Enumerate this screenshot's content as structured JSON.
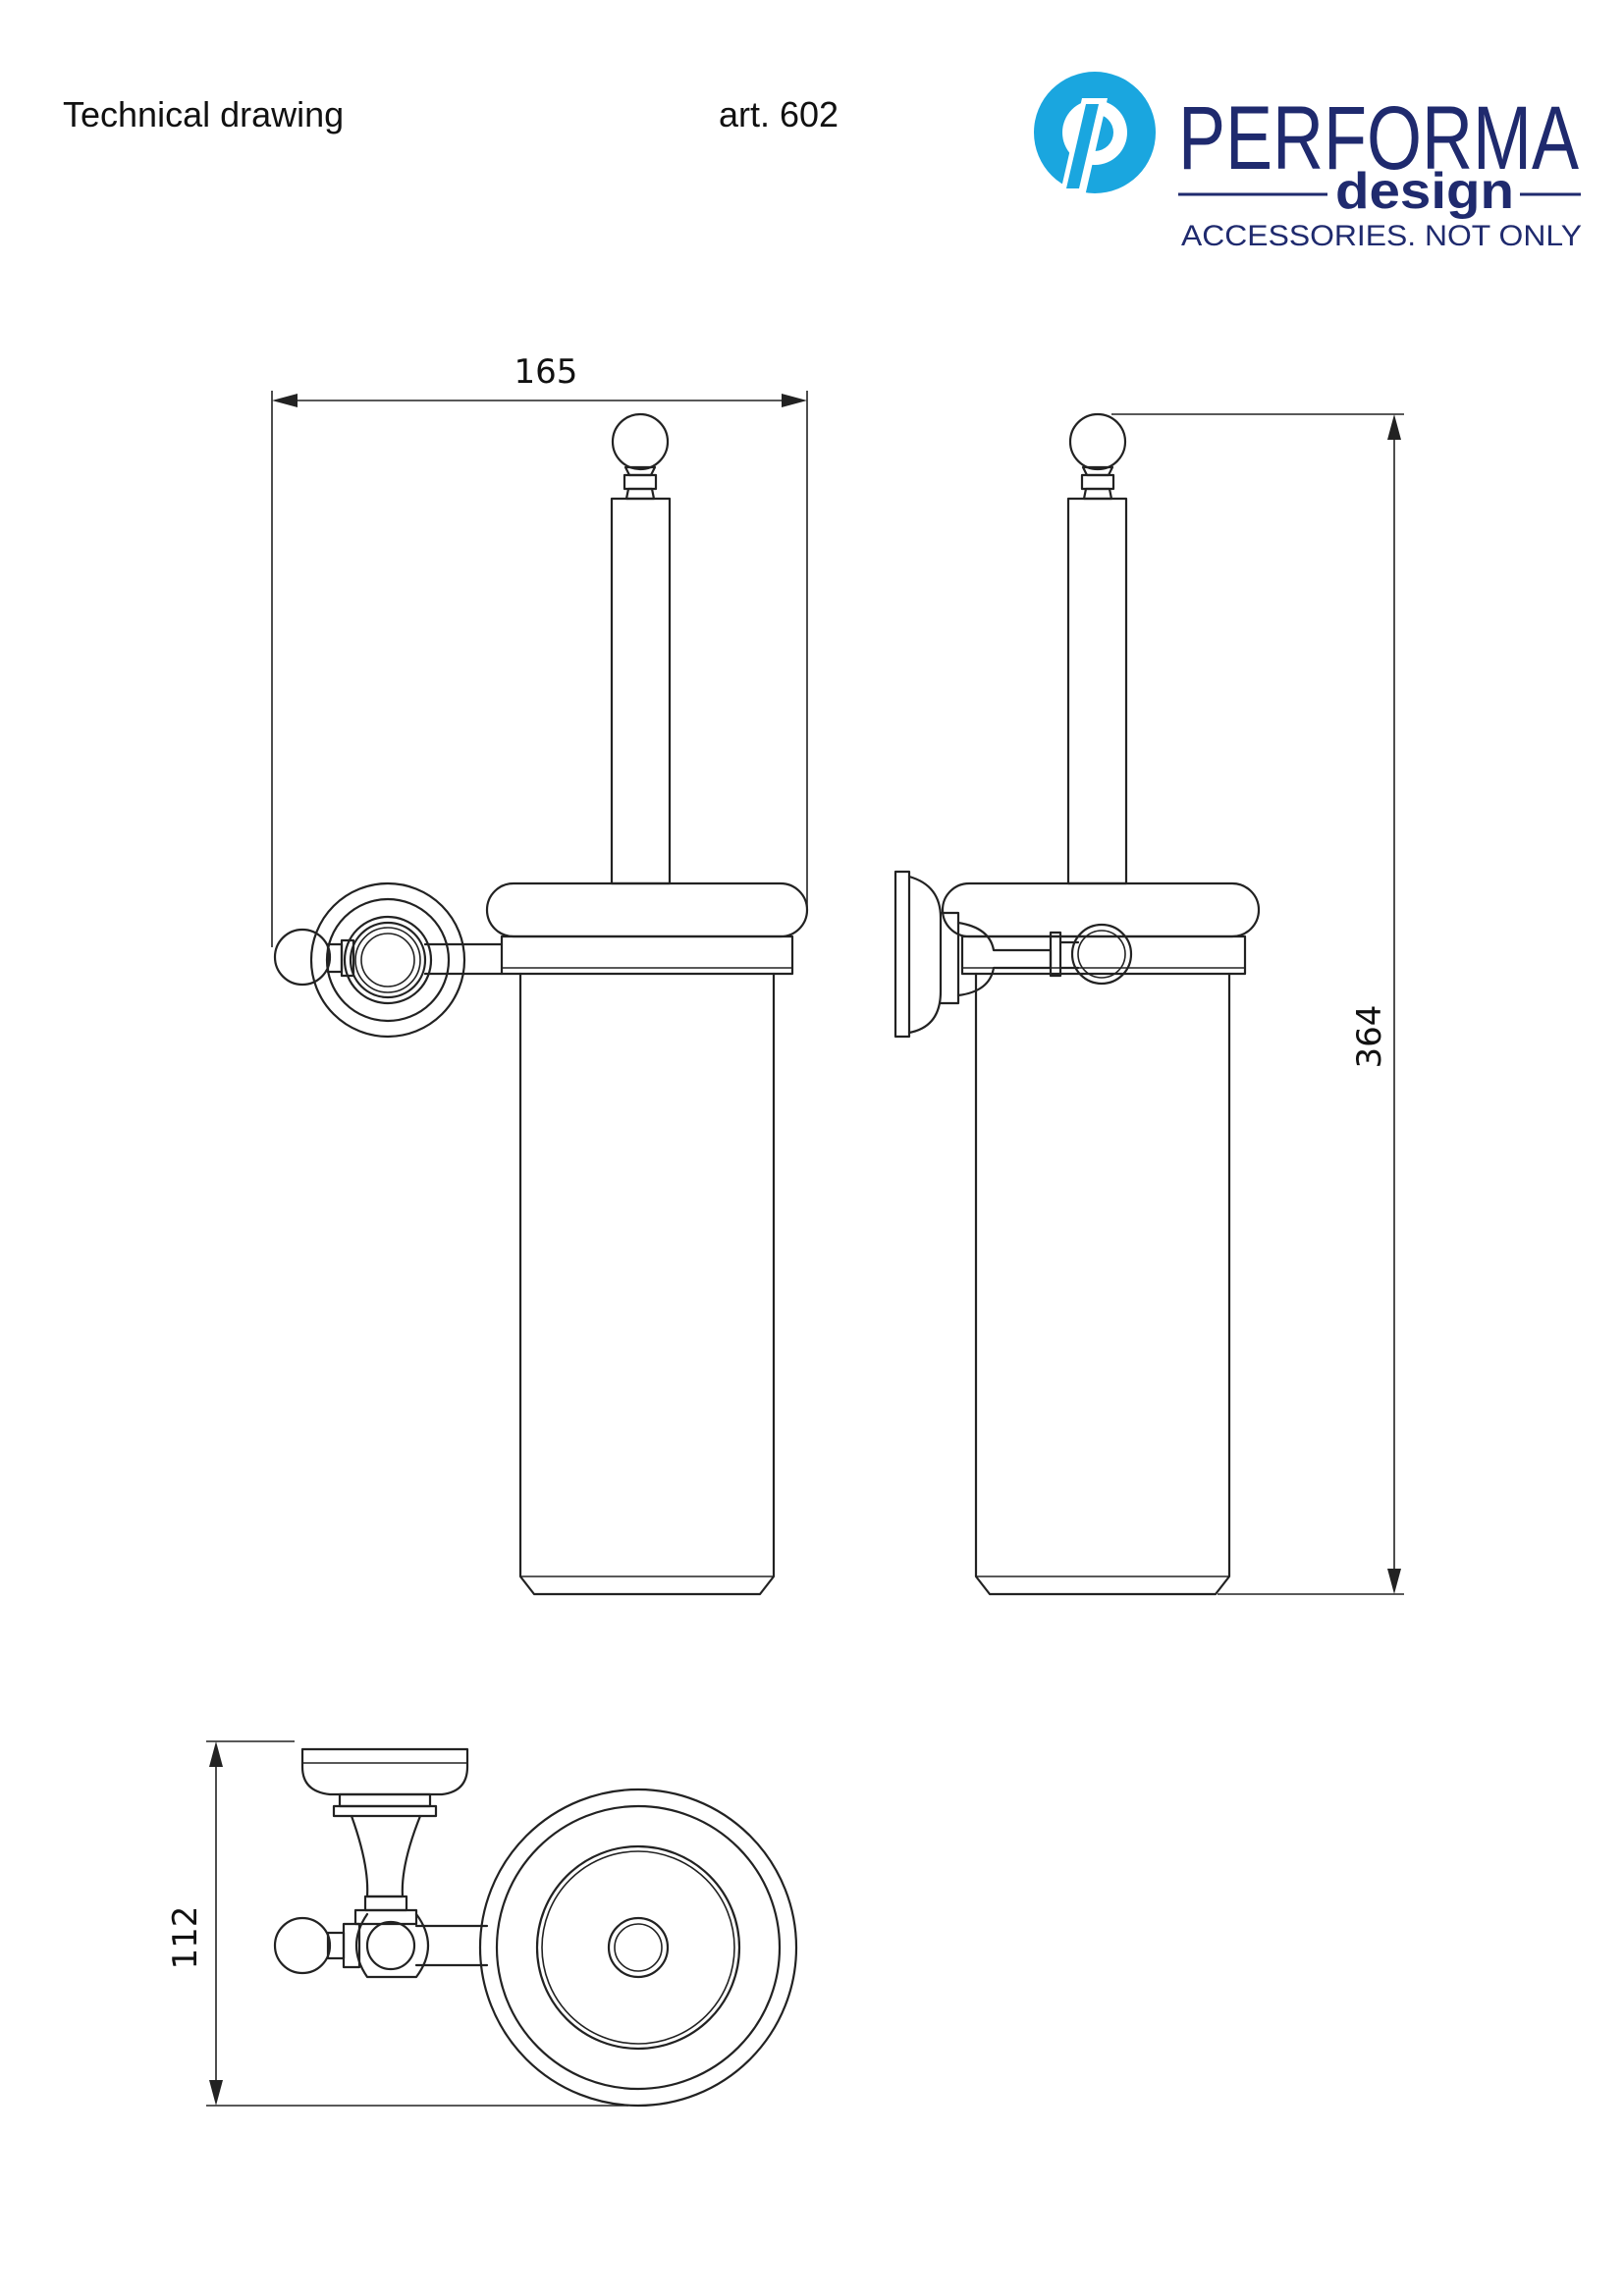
{
  "header": {
    "title": "Technical drawing",
    "article": "art. 602"
  },
  "logo": {
    "brand_name": "PERFORMA",
    "brand_sub": "design",
    "tagline": "ACCESSORIES. NOT ONLY",
    "icon": "performa-p-circle-icon",
    "colors": {
      "circle": "#1aa6df",
      "text": "#1f2a6e"
    }
  },
  "dimensions": {
    "width": "165",
    "height": "364",
    "depth": "112"
  },
  "colors": {
    "line": "#222222",
    "background": "#ffffff"
  }
}
